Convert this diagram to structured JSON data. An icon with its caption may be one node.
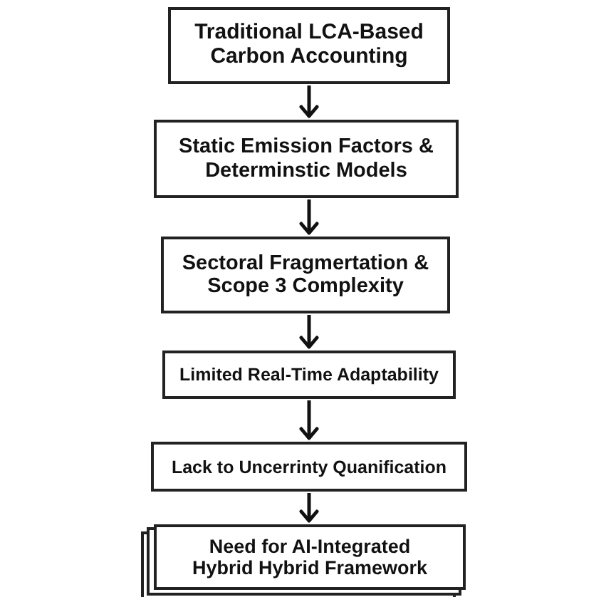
{
  "diagram": {
    "nodes": [
      {
        "text": [
          "Traditional LCA-Based Carbon Accounting"
        ]
      },
      {
        "text": [
          "Static Emission Factors & Determinstic Models"
        ]
      },
      {
        "text": [
          "Sectoral Fragmertation & Scope 3 Complexity"
        ]
      },
      {
        "text": [
          "Limited Real-Time Adaptability"
        ]
      },
      {
        "text": [
          "Lack to Uncerrinty Quanification"
        ]
      },
      {
        "text": [
          "Need for AI-Integrated Hybrid Hybrid Framework"
        ]
      }
    ],
    "edges": [
      {
        "from": 0,
        "to": 1,
        "arrow": "to"
      },
      {
        "from": 1,
        "to": 2,
        "arrow": "to"
      },
      {
        "from": 2,
        "to": 3,
        "arrow": "to"
      },
      {
        "from": 3,
        "to": 4,
        "arrow": "to"
      },
      {
        "from": 4,
        "to": 5,
        "arrow": "to"
      }
    ]
  }
}
